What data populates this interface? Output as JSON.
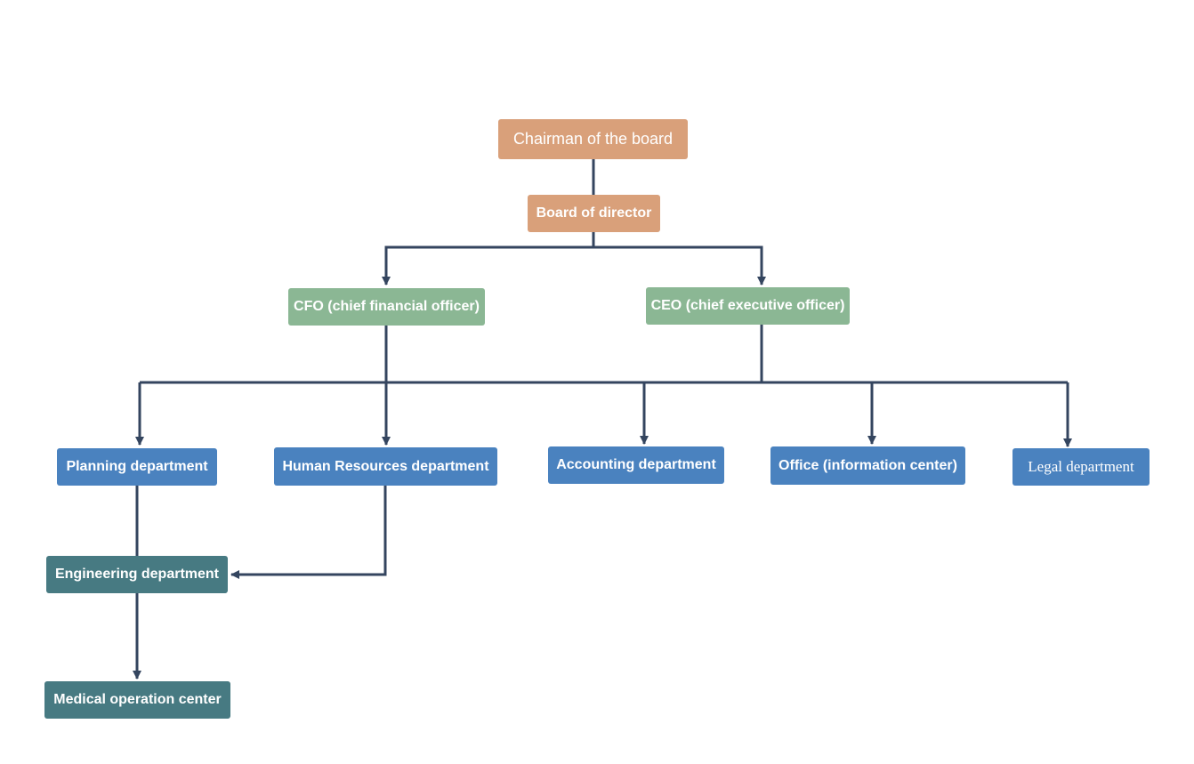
{
  "colors": {
    "connector": "#34455f",
    "executive": "#d9a07a",
    "officer": "#8bb794",
    "department": "#4a82bf",
    "unit": "#477a82"
  },
  "nodes": {
    "chairman": "Chairman of the board",
    "board": "Board of director",
    "cfo": "CFO (chief financial officer)",
    "ceo": "CEO (chief executive officer)",
    "planning": "Planning department",
    "hr": "Human Resources department",
    "accounting": "Accounting department",
    "office": "Office (information center)",
    "legal": "Legal department",
    "engineering": "Engineering department",
    "medical": "Medical operation center"
  }
}
